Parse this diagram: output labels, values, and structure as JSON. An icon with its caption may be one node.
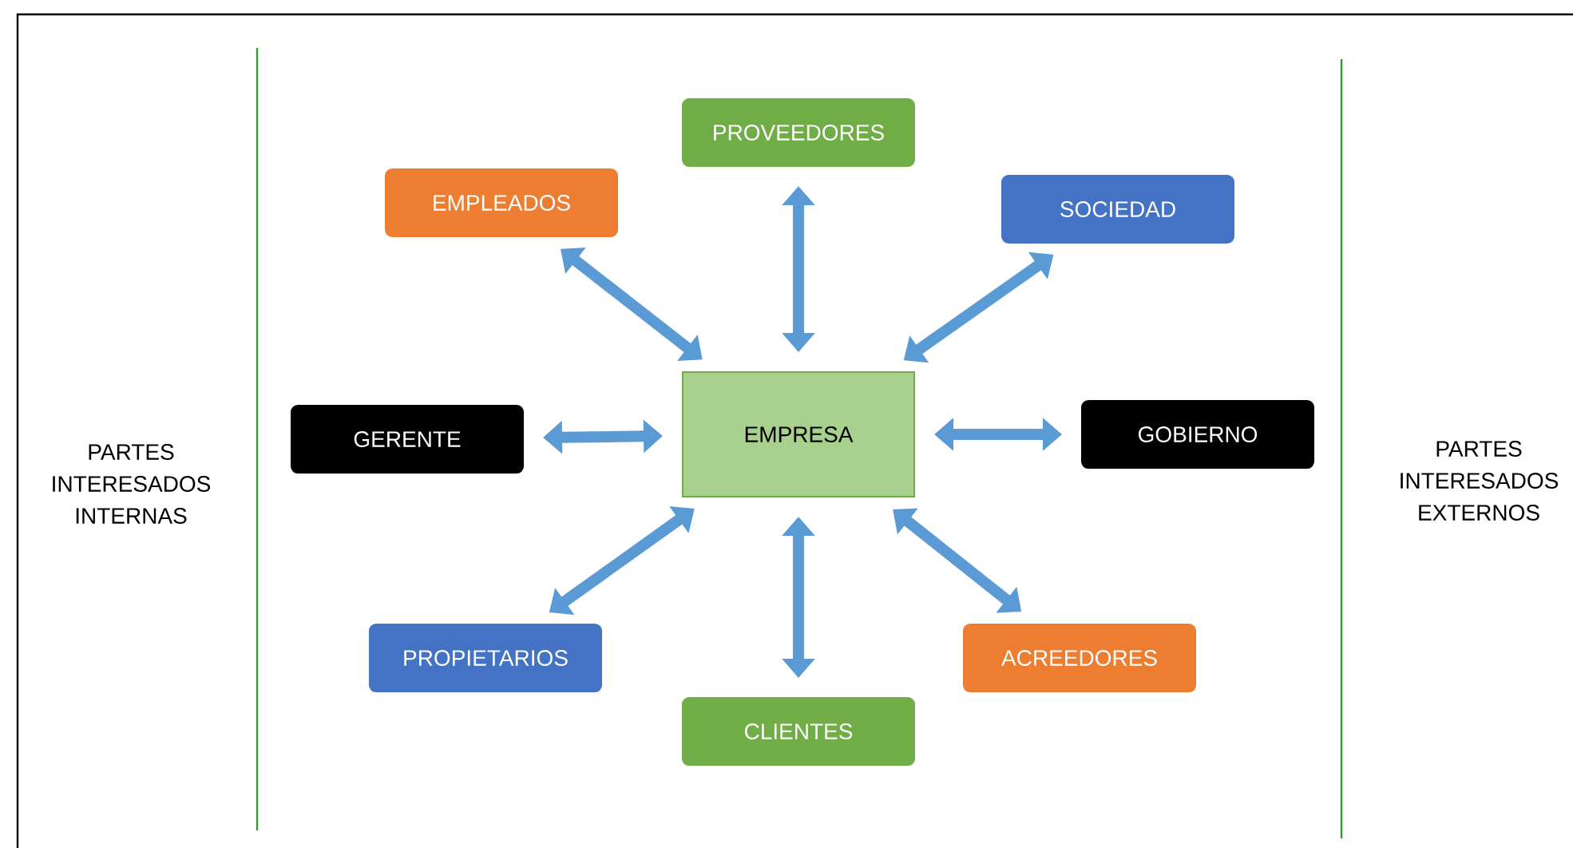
{
  "diagram": {
    "nodes": [
      {
        "text": [
          "EMPRESA"
        ]
      },
      {
        "text": [
          "PROVEEDORES"
        ]
      },
      {
        "text": [
          "EMPLEADOS"
        ]
      },
      {
        "text": [
          "SOCIEDAD"
        ]
      },
      {
        "text": [
          "GERENTE"
        ]
      },
      {
        "text": [
          "GOBIERNO"
        ]
      },
      {
        "text": [
          "PROPIETARIOS"
        ]
      },
      {
        "text": [
          "ACREEDORES"
        ]
      },
      {
        "text": [
          "CLIENTES"
        ]
      }
    ],
    "edges": [
      {
        "from": 0,
        "to": 1,
        "arrow": "both"
      },
      {
        "from": 0,
        "to": 2,
        "arrow": "both"
      },
      {
        "from": 0,
        "to": 3,
        "arrow": "both"
      },
      {
        "from": 0,
        "to": 4,
        "arrow": "both"
      },
      {
        "from": 0,
        "to": 5,
        "arrow": "both"
      },
      {
        "from": 0,
        "to": 6,
        "arrow": "both"
      },
      {
        "from": 0,
        "to": 7,
        "arrow": "both"
      },
      {
        "from": 0,
        "to": 8,
        "arrow": "both"
      }
    ],
    "labels": [
      "PARTES INTERESADOS INTERNAS",
      "PARTES INTERESADOS EXTERNOS"
    ]
  }
}
